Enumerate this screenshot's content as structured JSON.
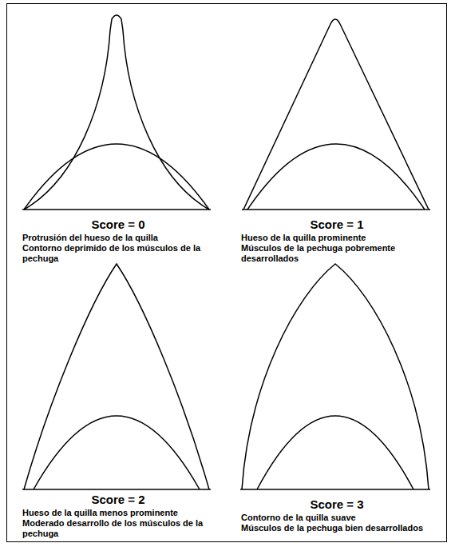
{
  "diagram": {
    "labels": [
      "Score = 0",
      "Protrusión del hueso de la quilla",
      "Contorno deprimido de los músculos de la pechuga",
      "Score = 1",
      "Hueso de la quilla prominente",
      "Músculos de la pechuga pobremente desarrollados",
      "Score = 2",
      "Hueso de la quilla menos prominente",
      "Moderado desarrollo de los músculos de la pechuga",
      "Score = 3",
      "Contorno de la quilla suave",
      "Músculos de la pechuga bien desarrollados"
    ]
  }
}
